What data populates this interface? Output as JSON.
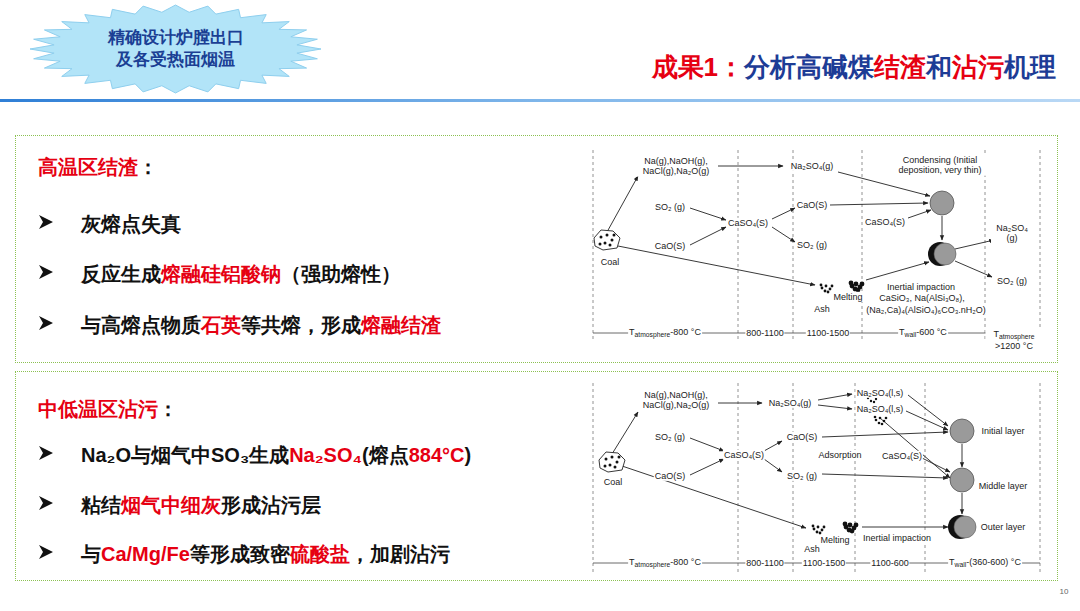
{
  "diagram": {
    "title": "成果1：分析高碱煤结渣和沾污机理",
    "nodes": [
      {
        "text": [
          "精确设计炉膛出口 及各受热面烟温"
        ]
      },
      {
        "text": [
          "高温区结渣：",
          "灰熔点失真",
          "反应生成熔融硅铝酸钠（强助熔性）",
          "与高熔点物质石英等共熔，形成熔融结渣"
        ]
      },
      {
        "text": [
          "中低温区沾污：",
          "Na₂O与烟气中SO₃生成Na₂SO₄(熔点884°C)",
          "粘结烟气中细灰形成沾污层",
          "与Ca/Mg/Fe等形成致密硫酸盐，加剧沾污"
        ]
      }
    ],
    "labels": [
      "Na(g),NaOH(g), NaCl(g),Na₂O(g)",
      "Na₂SO₄(g)",
      "Condensing (Initial deposition, very thin)",
      "SO₂ (g)",
      "CaO(S)",
      "CaSO₄(S)",
      "CaO(S)",
      "SO₂ (g)",
      "CaSO₄(S)",
      "Na₂SO₄ (g)",
      "SO₂ (g)",
      "Coal",
      "Ash",
      "Melting",
      "Inertial impaction",
      "CaSiO₃, Na(AlSi₃O₈),",
      "(Na₂,Ca)₄(AlSiO₄)₆CO₃.nH₂O)",
      "Tatmosphere-800 °C",
      "800-1100",
      "1100-1500",
      "Twall-600 °C",
      "Tatmosphere >1200 °C",
      "Na(g),NaOH(g), NaCl(g),Na₂O(g)",
      "Na₂SO₄(g)",
      "Na₂SO₄(l,s)",
      "Na₂SO₄(l,s)",
      "SO₂ (g)",
      "CaO(S)",
      "CaSO₄(S)",
      "CaO(S)",
      "Adsorption",
      "CaSO₄(S)",
      "SO₂ (g)",
      "Initial layer",
      "Middle layer",
      "Outer layer",
      "Coal",
      "Melting",
      "Ash",
      "Inertial impaction",
      "Tatmosphere-800 °C",
      "800-1100",
      "1100-1500",
      "1100-600",
      "Twall-(360-600) °C",
      "10"
    ]
  }
}
